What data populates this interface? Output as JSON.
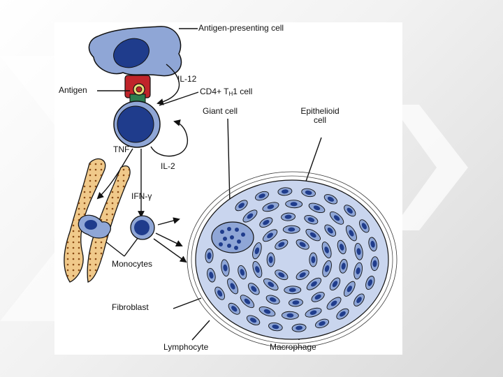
{
  "diagram": {
    "labels": {
      "apc": "Antigen-presenting cell",
      "il12": "IL-12",
      "antigen": "Antigen",
      "cd4_prefix": "CD4+ T",
      "cd4_sub": "H",
      "cd4_suffix": "1 cell",
      "giant_cell": "Giant cell",
      "epithelioid_line1": "Epithelioid",
      "epithelioid_line2": "cell",
      "tnf": "TNF",
      "il2": "IL-2",
      "ifn": "IFN-γ",
      "monocytes": "Monocytes",
      "fibroblast": "Fibroblast",
      "lymphocyte": "Lymphocyte",
      "macrophage": "Macrophage"
    },
    "colors": {
      "cell_fill": "#8fa6d6",
      "nucleus_fill": "#1f3c8c",
      "granuloma_bg": "#c9d5ee",
      "receptor_red": "#c0242a",
      "receptor_green": "#2e7d4f",
      "vessel_fill": "#f0c98a",
      "vessel_dots": "#8a4a12"
    }
  }
}
